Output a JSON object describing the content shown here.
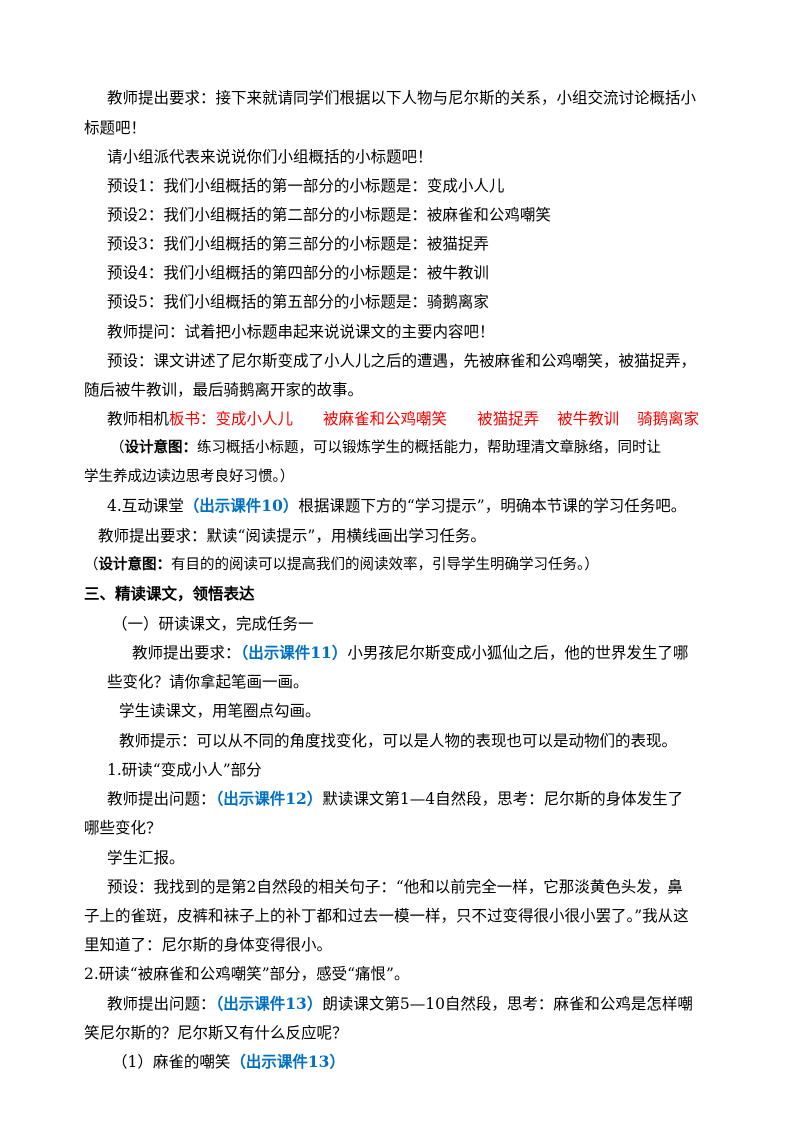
{
  "paragraphs": {
    "p1a": "教师提出要求：接下来就请同学们根据以下人物与尼尔斯的关系，小组交流讨论概括小",
    "p1b": "标题吧！",
    "p2": "请小组派代表来说说你们小组概括的小标题吧！",
    "y1": "预设1：我们小组概括的第一部分的小标题是：变成小人儿",
    "y2": "预设2：我们小组概括的第二部分的小标题是：被麻雀和公鸡嘲笑",
    "y3": "预设3：我们小组概括的第三部分的小标题是：被猫捉弄",
    "y4": "预设4：我们小组概括的第四部分的小标题是：被牛教训",
    "y5": "预设5：我们小组概括的第五部分的小标题是：骑鹅离家",
    "q1": "教师提问：试着把小标题串起来说说课文的主要内容吧！",
    "a1a": "预设：课文讲述了尼尔斯变成了小人儿之后的遭遇，先被麻雀和公鸡嘲笑，被猫捉弄，",
    "a1b": "随后被牛教训，最后骑鹅离开家的故事。",
    "board_prefix": "教师相机",
    "board_label": "板书：",
    "board_items": [
      "变成小人儿",
      "被麻雀和公鸡嘲笑",
      "被猫捉弄",
      "被牛教训",
      "骑鹅离家"
    ],
    "d1_open": "（",
    "d1_label": "设计意图：",
    "d1a": "练习概括小标题，可以锻炼学生的概括能力，帮助理清文章脉络，同时让",
    "d1b": "学生养成边读边思考良好习惯。）",
    "s4_pre": "4.互动课堂",
    "s4_blue": "（出示课件10）",
    "s4_post": "根据课题下方的“学习提示”，明确本节课的学习任务吧。",
    "s4_req": "教师提出要求：默读“阅读提示”，用横线画出学习任务。",
    "d2_open": "（",
    "d2_label": "设计意图：",
    "d2_text": "有目的的阅读可以提高我们的阅读效率，引导学生明确学习任务。）",
    "h3": "三、精读课文，领悟表达",
    "t1": "（一）研读课文，完成任务一",
    "r1_pre": "教师提出要求：",
    "r1_blue": "（出示课件11）",
    "r1_post": "小男孩尼尔斯变成小狐仙之后，他的世界发生了哪",
    "r1b": "些变化？请你拿起笔画一画。",
    "st1": "学生读课文，用笔圈点勾画。",
    "tip": "教师提示：可以从不同的角度找变化，可以是人物的表现也可以是动物们的表现。",
    "sub1": "1.研读“变成小人”部分",
    "q2_pre": "教师提出问题：",
    "q2_blue": "（出示课件12）",
    "q2_post": "默读课文第1—4自然段，思考：尼尔斯的身体发生了",
    "q2b": "哪些变化？",
    "st2": "学生汇报。",
    "a2a": "预设：我找到的是第2自然段的相关句子：“他和以前完全一样，它那淡黄色头发，鼻",
    "a2b": "子上的雀斑，皮裤和袜子上的补丁都和过去一模一样，只不过变得很小很小罢了。”我从这",
    "a2c": "里知道了：尼尔斯的身体变得很小。",
    "sub2": "2.研读“被麻雀和公鸡嘲笑”部分，感受“痛恨”。",
    "q3_pre": "教师提出问题：",
    "q3_blue": "（出示课件13）",
    "q3_post": "朗读课文第5—10自然段，思考：麻雀和公鸡是怎样嘲",
    "q3b": "笑尼尔斯的？尼尔斯又有什么反应呢？",
    "sub3_pre": "（1）麻雀的嘲笑",
    "sub3_blue": "（出示课件13）"
  },
  "colors": {
    "accent_blue": "#0070c0",
    "board_red": "#ff0000"
  }
}
